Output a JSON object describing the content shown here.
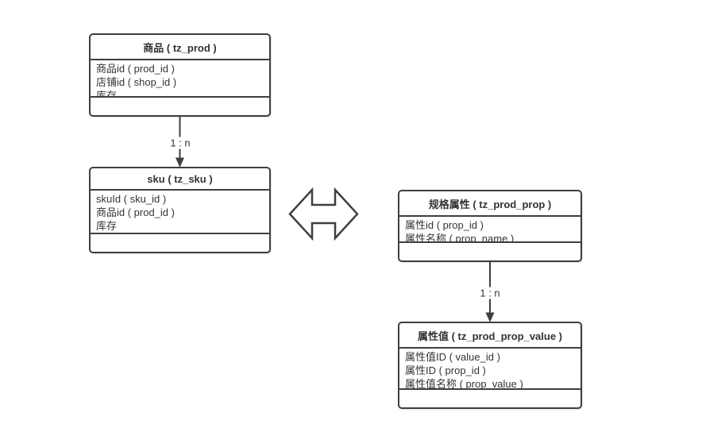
{
  "diagram": {
    "tables": [
      {
        "id": "tz_prod",
        "title": "商品 ( tz_prod )",
        "fields": [
          "商品id ( prod_id )",
          "店铺id ( shop_id )",
          "库存"
        ]
      },
      {
        "id": "tz_sku",
        "title": "sku ( tz_sku )",
        "fields": [
          "skuId ( sku_id )",
          "商品id ( prod_id )",
          "库存"
        ]
      },
      {
        "id": "tz_prod_prop",
        "title": "规格属性 ( tz_prod_prop )",
        "fields": [
          "属性id ( prop_id )",
          "属性名称 ( prop_name )"
        ]
      },
      {
        "id": "tz_prod_prop_value",
        "title": "属性值 ( tz_prod_prop_value )",
        "fields": [
          "属性值ID ( value_id )",
          "属性ID ( prop_id )",
          "属性值名称 ( prop_value )"
        ]
      }
    ],
    "connectors": [
      {
        "label": "1 : n"
      },
      {
        "label": "1 : n"
      }
    ],
    "colors": {
      "line": "#3f3f3f",
      "text": "#333333",
      "background": "#ffffff",
      "shape_fill": "#ffffff"
    }
  }
}
